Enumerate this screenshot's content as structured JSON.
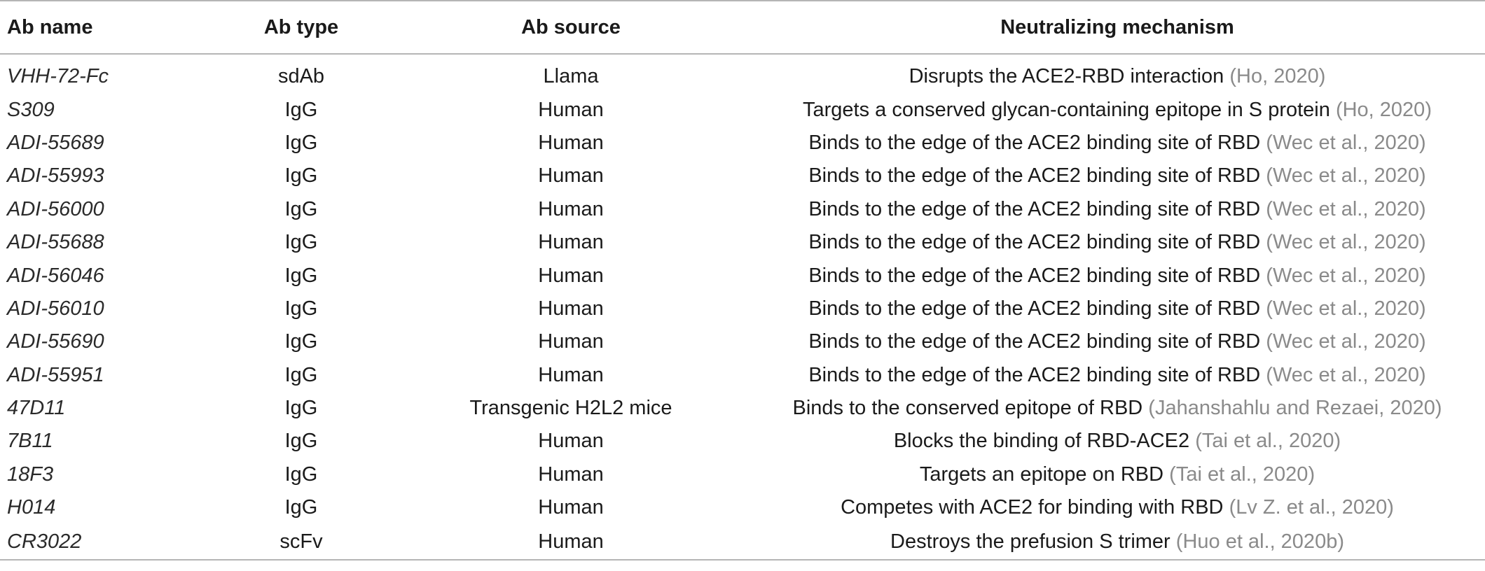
{
  "table": {
    "headers": [
      "Ab name",
      "Ab type",
      "Ab source",
      "Neutralizing mechanism"
    ],
    "rows": [
      {
        "name": "VHH-72-Fc",
        "type": "sdAb",
        "source": "Llama",
        "mechanism": "Disrupts the ACE2-RBD interaction",
        "ref": "Ho, 2020"
      },
      {
        "name": "S309",
        "type": "IgG",
        "source": "Human",
        "mechanism": "Targets a conserved glycan-containing epitope in S protein",
        "ref": "Ho, 2020"
      },
      {
        "name": "ADI-55689",
        "type": "IgG",
        "source": "Human",
        "mechanism": "Binds to the edge of the ACE2 binding site of RBD",
        "ref": "Wec et al., 2020"
      },
      {
        "name": "ADI-55993",
        "type": "IgG",
        "source": "Human",
        "mechanism": "Binds to the edge of the ACE2 binding site of RBD",
        "ref": "Wec et al., 2020"
      },
      {
        "name": "ADI-56000",
        "type": "IgG",
        "source": "Human",
        "mechanism": "Binds to the edge of the ACE2 binding site of RBD",
        "ref": "Wec et al., 2020"
      },
      {
        "name": "ADI-55688",
        "type": "IgG",
        "source": "Human",
        "mechanism": "Binds to the edge of the ACE2 binding site of RBD",
        "ref": "Wec et al., 2020"
      },
      {
        "name": "ADI-56046",
        "type": "IgG",
        "source": "Human",
        "mechanism": "Binds to the edge of the ACE2 binding site of RBD",
        "ref": "Wec et al., 2020"
      },
      {
        "name": "ADI-56010",
        "type": "IgG",
        "source": "Human",
        "mechanism": "Binds to the edge of the ACE2 binding site of RBD",
        "ref": "Wec et al., 2020"
      },
      {
        "name": "ADI-55690",
        "type": "IgG",
        "source": "Human",
        "mechanism": "Binds to the edge of the ACE2 binding site of RBD",
        "ref": "Wec et al., 2020"
      },
      {
        "name": "ADI-55951",
        "type": "IgG",
        "source": "Human",
        "mechanism": "Binds to the edge of the ACE2 binding site of RBD",
        "ref": "Wec et al., 2020"
      },
      {
        "name": "47D11",
        "type": "IgG",
        "source": "Transgenic H2L2 mice",
        "mechanism": "Binds to the conserved epitope of RBD",
        "ref": "Jahanshahlu and Rezaei, 2020"
      },
      {
        "name": "7B11",
        "type": "IgG",
        "source": "Human",
        "mechanism": "Blocks the binding of RBD-ACE2",
        "ref": "Tai et al., 2020"
      },
      {
        "name": "18F3",
        "type": "IgG",
        "source": "Human",
        "mechanism": "Targets an epitope on RBD",
        "ref": "Tai et al., 2020"
      },
      {
        "name": "H014",
        "type": "IgG",
        "source": "Human",
        "mechanism": "Competes with ACE2 for binding with RBD",
        "ref": "Lv Z. et al., 2020"
      },
      {
        "name": "CR3022",
        "type": "scFv",
        "source": "Human",
        "mechanism": "Destroys the prefusion S trimer",
        "ref": "Huo et al., 2020b"
      }
    ]
  },
  "colors": {
    "text": "#1a1a1a",
    "reference": "#8a8a8a",
    "rule": "#b5b5b5"
  }
}
